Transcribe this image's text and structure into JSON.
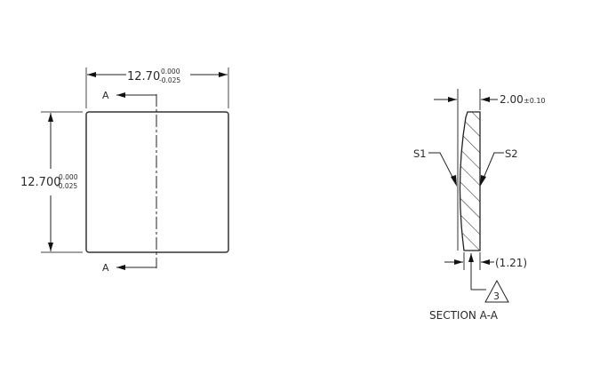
{
  "drawing": {
    "front_view": {
      "width_dim": {
        "nominal": "12.70",
        "upper_tol": "0.000",
        "lower_tol": "-0.025"
      },
      "height_dim": {
        "nominal": "12.700",
        "upper_tol": "0.000",
        "lower_tol": "-0.025"
      },
      "section_label_top": "A",
      "section_label_bottom": "A"
    },
    "section_view": {
      "title": "SECTION A-A",
      "thickness_dim": {
        "nominal": "2.00",
        "tolerance": "±0.10"
      },
      "edge_dim": "(1.21)",
      "surface_left": "S1",
      "surface_right": "S2",
      "note_flag": "3"
    },
    "colors": {
      "line": "#1a1a1a",
      "dim_line": "#444444",
      "background": "#ffffff"
    }
  }
}
